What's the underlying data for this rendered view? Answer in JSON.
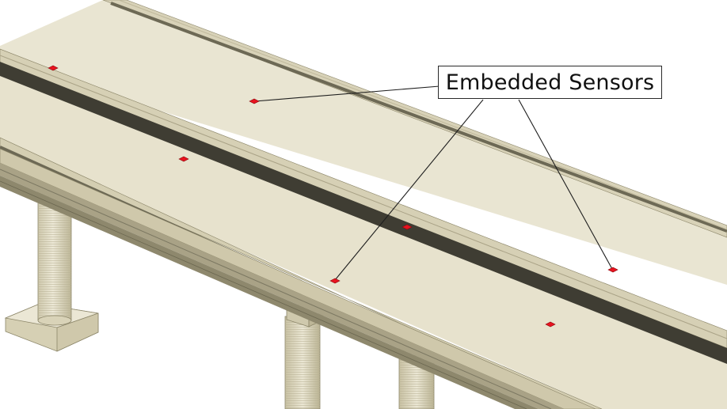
{
  "callout": {
    "label": "Embedded Sensors"
  },
  "colors": {
    "deck_top": "#e9e5d2",
    "deck_edge": "#c9c2a4",
    "deck_side_dark": "#7b7761",
    "rail_dark": "#3f3d33",
    "pier": "#e4dfc7",
    "sensor": "#e8131f",
    "leader_line": "#1e1e1e"
  },
  "sensors": [
    {
      "id": "sensor-1"
    },
    {
      "id": "sensor-2"
    },
    {
      "id": "sensor-3"
    },
    {
      "id": "sensor-4"
    },
    {
      "id": "sensor-5"
    },
    {
      "id": "sensor-6"
    },
    {
      "id": "sensor-7"
    }
  ]
}
